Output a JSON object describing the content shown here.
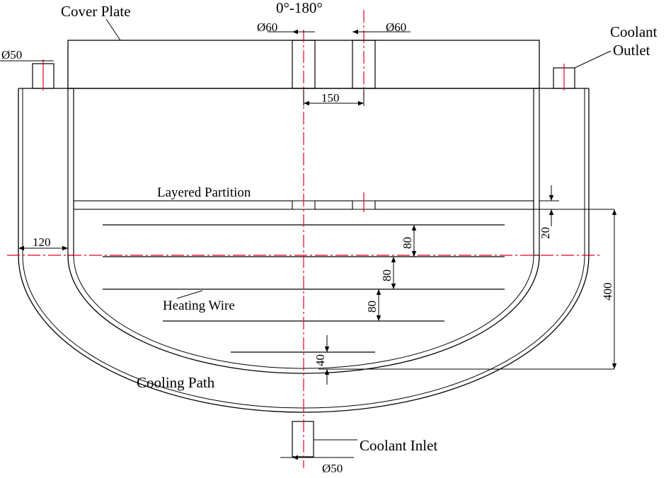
{
  "labels": {
    "cover_plate": "Cover Plate",
    "angle_range": "0°-180°",
    "coolant_outlet_line1": "Coolant",
    "coolant_outlet_line2": "Outlet",
    "layered_partition": "Layered Partition",
    "heating_wire": "Heating Wire",
    "cooling_path": "Cooling Path",
    "coolant_inlet": "Coolant Inlet"
  },
  "dimensions": {
    "port_dia_left": "Ø60",
    "port_dia_right": "Ø60",
    "port_spacing": "150",
    "outlet_dia": "Ø50",
    "inlet_dia": "Ø50",
    "jacket_width": "120",
    "wire_pitch_1": "80",
    "wire_pitch_2": "80",
    "wire_pitch_3": "80",
    "bottom_gap": "40",
    "partition_offset": "20",
    "depth": "400"
  },
  "colors": {
    "line": "#000000",
    "centerline": "#e8001c"
  }
}
